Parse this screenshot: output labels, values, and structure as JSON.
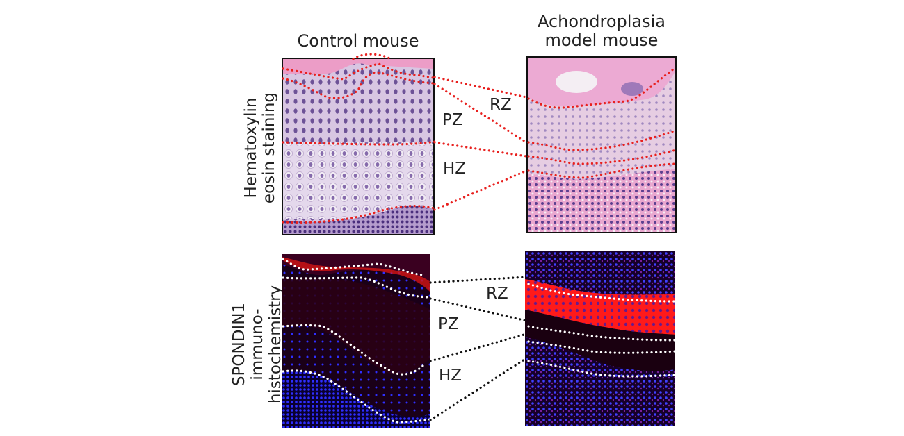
{
  "columns": {
    "control": "Control mouse",
    "achondroplasia_line1": "Achondroplasia",
    "achondroplasia_line2": "model mouse"
  },
  "rows": {
    "he_line1": "Hematoxylin",
    "he_line2": "eosin staining",
    "ihc_line1": "SPONDIN1",
    "ihc_line2": "immuno-",
    "ihc_line3": "histochemistry"
  },
  "zones": {
    "he": {
      "rz": "RZ",
      "pz": "PZ",
      "hz": "HZ"
    },
    "ihc": {
      "rz": "RZ",
      "pz": "PZ",
      "hz": "HZ"
    }
  },
  "colors": {
    "he_boundary": "#e8201e",
    "ihc_boundary_panel": "#ffffff",
    "ihc_connector": "#111111",
    "he_tissue": "#d9c4e0",
    "he_nuclei": "#5a3d8a",
    "he_eosin": "#e9a6cf",
    "ihc_background": "#140010",
    "ihc_nuclei": "#2a2aff",
    "ihc_spondin": "#ff1a1a"
  }
}
